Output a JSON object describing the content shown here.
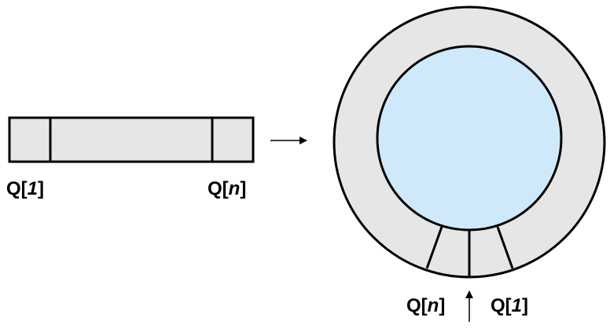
{
  "colors": {
    "cell_fill": "#e6e6e6",
    "inner_fill": "#cfe9fb",
    "stroke": "#000000",
    "background": "#ffffff"
  },
  "linear_array": {
    "first_label": {
      "prefix": "Q[",
      "index": "1",
      "suffix": "]"
    },
    "last_label": {
      "prefix": "Q[",
      "index": "n",
      "suffix": "]"
    }
  },
  "circular_array": {
    "last_label": {
      "prefix": "Q[",
      "index": "n",
      "suffix": "]"
    },
    "first_label": {
      "prefix": "Q[",
      "index": "1",
      "suffix": "]"
    }
  }
}
